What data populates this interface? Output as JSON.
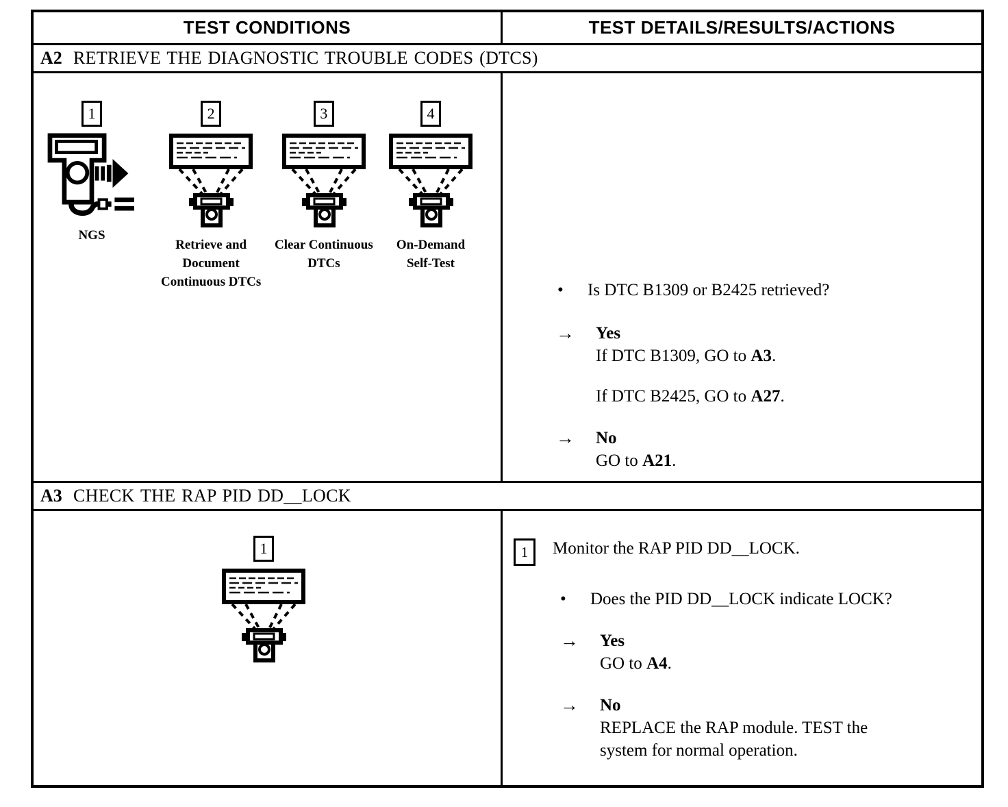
{
  "header": {
    "conditions": "TEST CONDITIONS",
    "details": "TEST DETAILS/RESULTS/ACTIONS"
  },
  "glyphs": {
    "bullet": "•",
    "arrow": "→"
  },
  "a2": {
    "id": "A2",
    "title": "RETRIEVE THE DIAGNOSTIC TROUBLE CODES (DTCS)",
    "icons": [
      {
        "number": "1",
        "label": [
          "NGS"
        ]
      },
      {
        "number": "2",
        "label": [
          "Retrieve and",
          "Document",
          "Continuous DTCs"
        ]
      },
      {
        "number": "3",
        "label": [
          "Clear Continuous",
          "DTCs"
        ]
      },
      {
        "number": "4",
        "label": [
          "On-Demand",
          "Self-Test"
        ]
      }
    ],
    "question": "Is DTC B1309 or B2425 retrieved?",
    "yes": {
      "label": "Yes",
      "line1": {
        "pre": "If DTC B1309, GO to ",
        "bold": "A3",
        "post": "."
      },
      "line2": {
        "pre": "If DTC B2425, GO to ",
        "bold": "A27",
        "post": "."
      }
    },
    "no": {
      "label": "No",
      "line1": {
        "pre": "GO to ",
        "bold": "A21",
        "post": "."
      }
    }
  },
  "a3": {
    "id": "A3",
    "title": "CHECK THE RAP PID DD__LOCK",
    "icon": {
      "number": "1"
    },
    "step": {
      "number": "1",
      "text": "Monitor the RAP PID DD__LOCK."
    },
    "question": "Does the PID DD__LOCK indicate LOCK?",
    "yes": {
      "label": "Yes",
      "line1": {
        "pre": "GO to ",
        "bold": "A4",
        "post": "."
      }
    },
    "no": {
      "label": "No",
      "line1": {
        "pre": "REPLACE the RAP module. TEST the",
        "bold": "",
        "post": ""
      },
      "line2": {
        "pre": "system for normal operation.",
        "bold": "",
        "post": ""
      }
    }
  }
}
